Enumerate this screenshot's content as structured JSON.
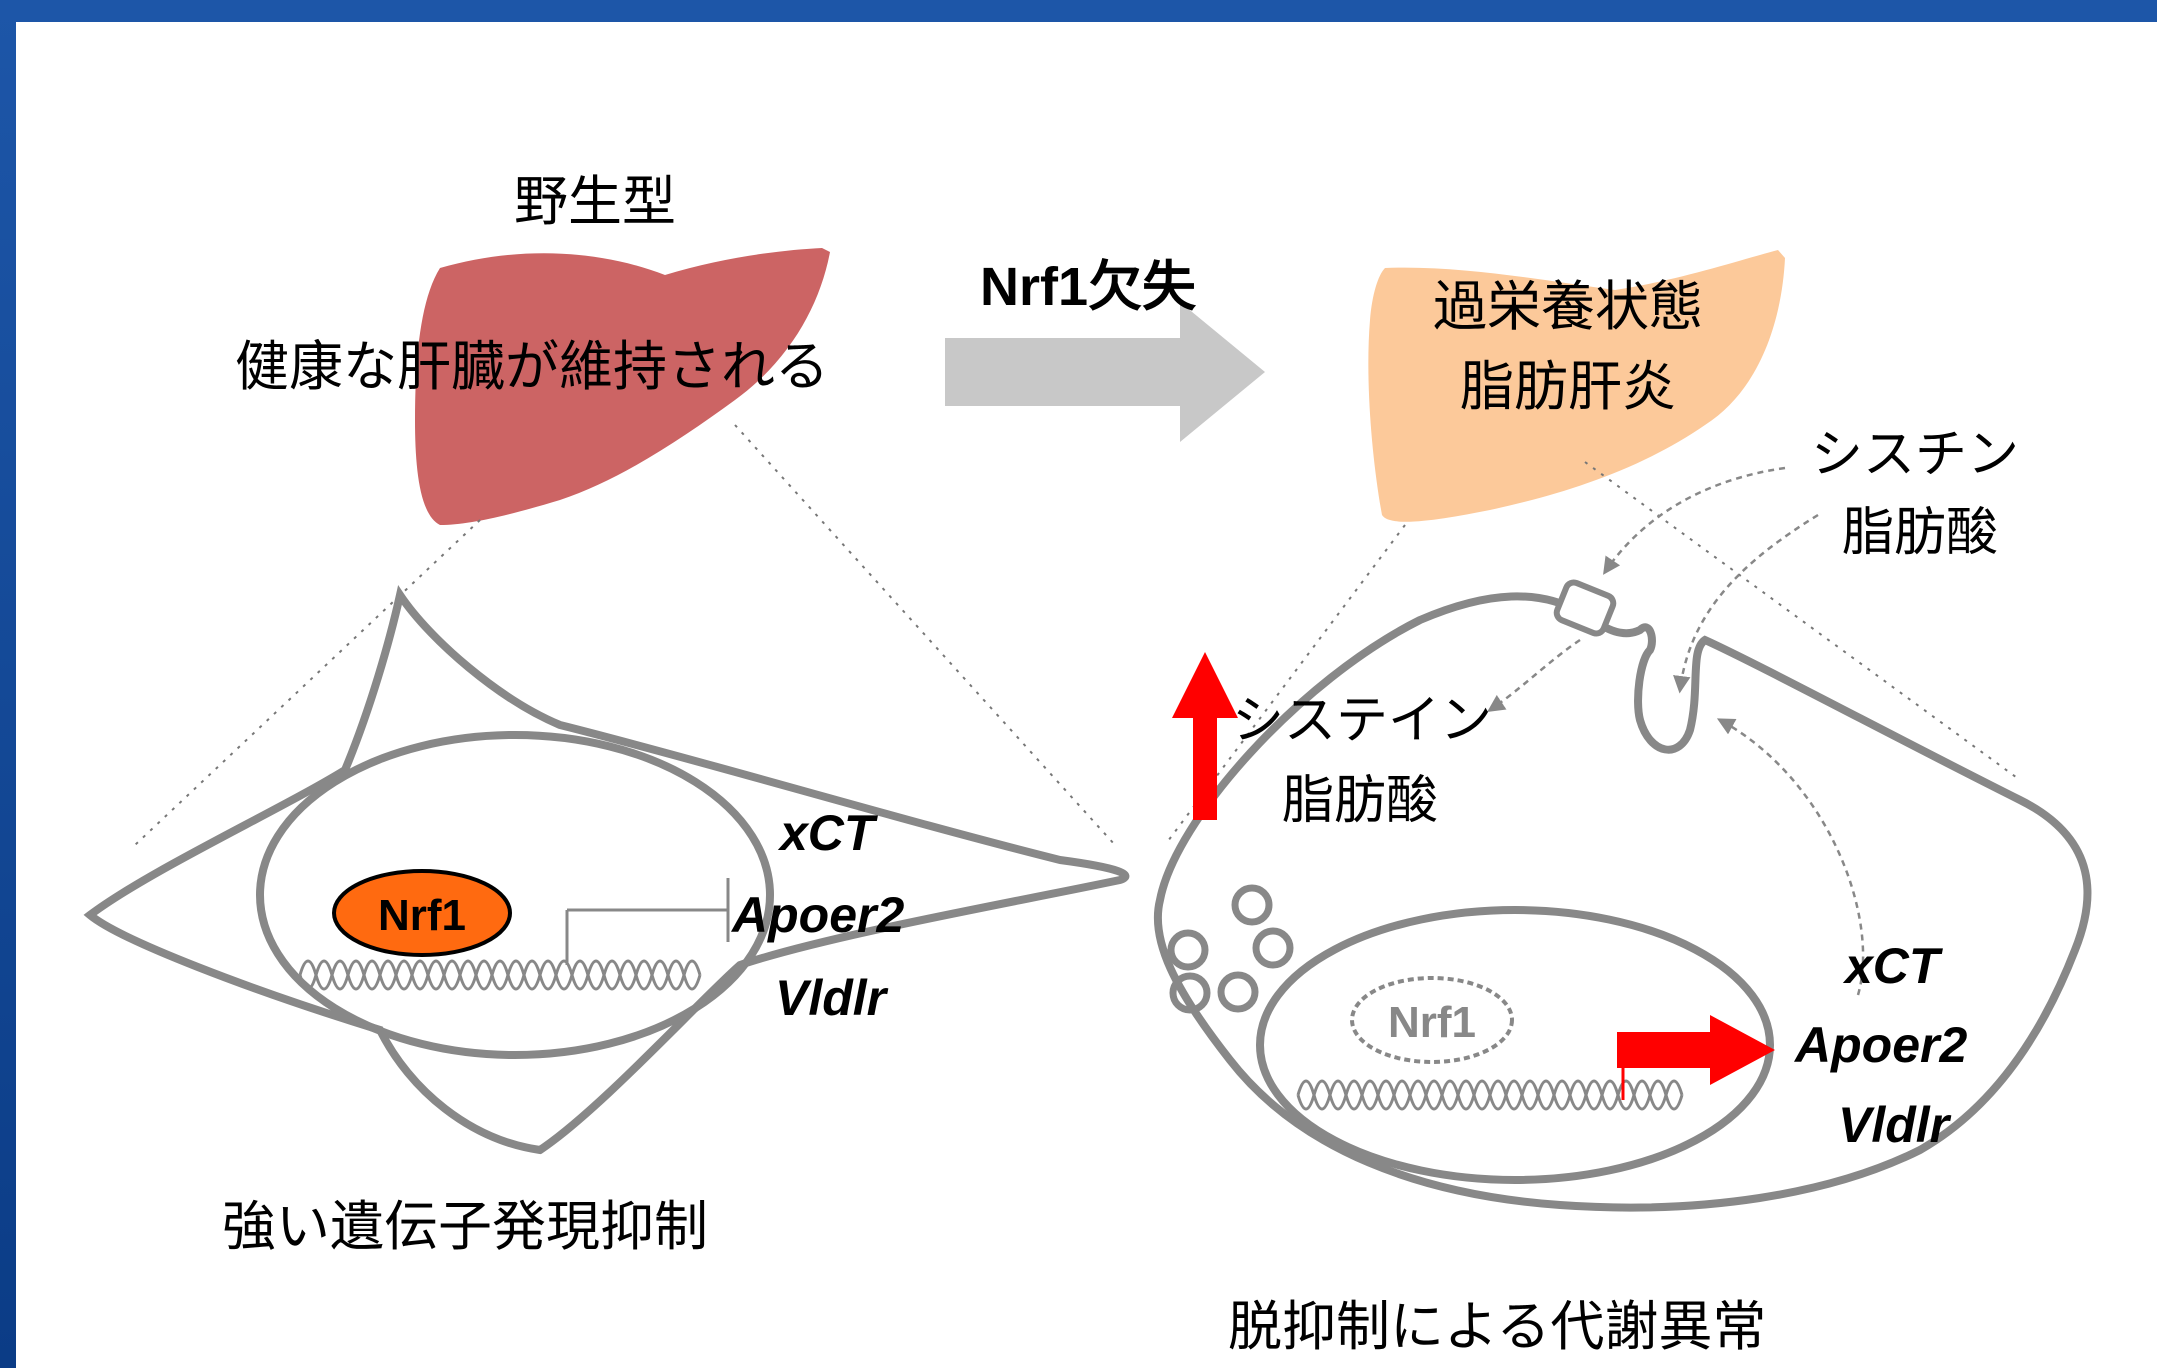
{
  "colors": {
    "frame": "#0b3c86",
    "liver_wild": "#cc6464",
    "liver_mutant": "#fcc99a",
    "nrf1_active": "#ff6a10",
    "cell_outline": "#888888",
    "arrow_gray": "#c8c8c8",
    "arrow_red": "#ff0000"
  },
  "labels": {
    "wild_type": "野生型",
    "healthy_liver": "健康な肝臓が維持される",
    "nrf1_deficiency": "Nrf1欠失",
    "mutant_state_line1": "過栄養状態",
    "mutant_state_line2": "脂肪肝炎",
    "cystine": "シスチン",
    "fatty_acid_outside": "脂肪酸",
    "cysteine": "システイン",
    "fatty_acid_inside": "脂肪酸",
    "strong_repression": "強い遺伝子発現抑制",
    "derepression": "脱抑制による代謝異常"
  },
  "left_cell": {
    "factor": "Nrf1",
    "genes": [
      "xCT",
      "Apoer2",
      "Vldlr"
    ]
  },
  "right_cell": {
    "factor": "Nrf1",
    "genes": [
      "xCT",
      "Apoer2",
      "Vldlr"
    ]
  },
  "icons": {
    "deficiency_arrow": "block-arrow-right",
    "increase_arrow": "red-up-arrow",
    "expression_arrow": "red-right-arrow",
    "transporter": "transporter-icon",
    "dna": "dna-icon"
  }
}
